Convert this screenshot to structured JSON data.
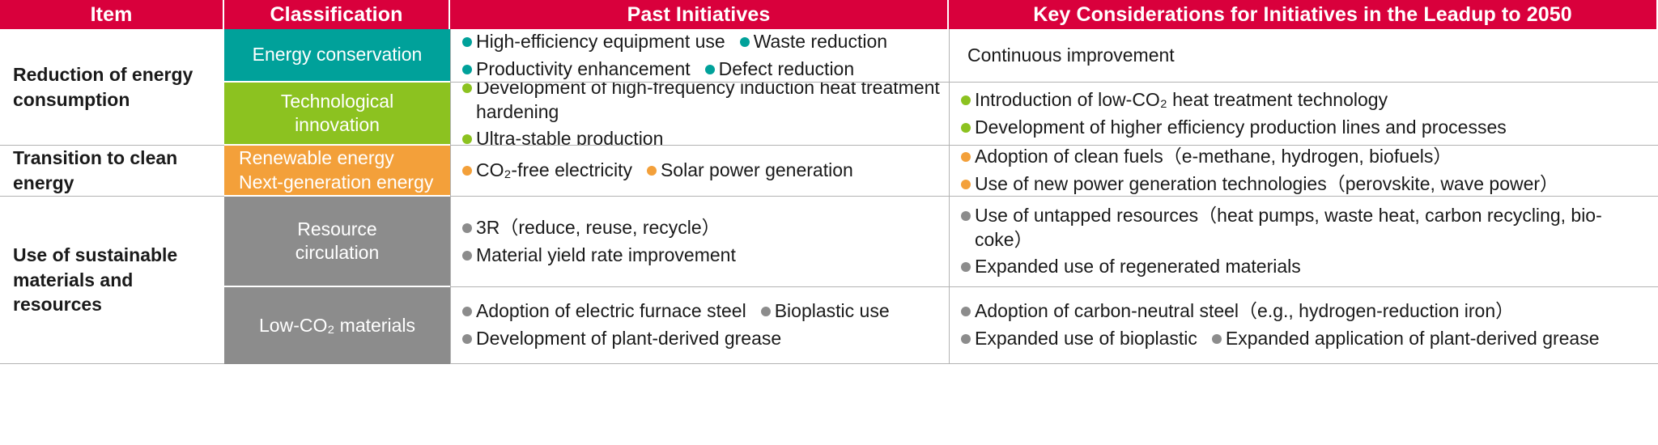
{
  "header": {
    "columns": [
      {
        "label": "Item"
      },
      {
        "label": "Classification"
      },
      {
        "label": "Past Initiatives"
      },
      {
        "label": "Key Considerations for Initiatives in the Leadup to 2050"
      }
    ],
    "arrow": "right-arrow-gradient",
    "background_color": "#d9003c",
    "text_color": "#ffffff"
  },
  "colors": {
    "header_red": "#d9003c",
    "teal": "#00a19a",
    "green": "#8cc220",
    "orange": "#f3a03a",
    "gray": "#8c8c8c",
    "body_text": "#1a1a1a",
    "rule": "#b3b3b3"
  },
  "rows": [
    {
      "item": "Reduction of energy consumption",
      "classification": "Energy conservation",
      "classification_color": "#00a19a",
      "classification_align": "center",
      "past": [
        [
          "High-efficiency equipment use",
          "Waste reduction"
        ],
        [
          "Productivity enhancement",
          "Defect reduction"
        ]
      ],
      "future_plain": "Continuous improvement",
      "future": []
    },
    {
      "item": "",
      "classification": "Technological innovation",
      "classification_color": "#8cc220",
      "classification_align": "center",
      "past": [
        [
          "Development of high-frequency induction heat treatment hardening"
        ],
        [
          "Ultra-stable production"
        ]
      ],
      "future": [
        "Introduction of low-CO₂ heat treatment technology",
        "Development of higher efficiency production lines and processes"
      ]
    },
    {
      "item": "Transition to clean energy",
      "classification": "Renewable energy\nNext-generation energy",
      "classification_color": "#f3a03a",
      "classification_align": "left",
      "past": [
        [
          "CO₂-free electricity",
          "Solar power generation"
        ]
      ],
      "future": [
        "Adoption of clean fuels（e-methane, hydrogen, biofuels）",
        "Use of new power generation technologies（perovskite, wave power）"
      ]
    },
    {
      "item": "Use of sustainable materials and resources",
      "classification": "Resource circulation",
      "classification_color": "#8c8c8c",
      "classification_align": "center",
      "past": [
        [
          "3R（reduce, reuse, recycle）"
        ],
        [
          "Material yield rate improvement"
        ]
      ],
      "future": [
        "Use of untapped resources（heat pumps, waste heat, carbon recycling, bio-coke）",
        "Expanded use of regenerated materials"
      ]
    },
    {
      "item": "",
      "classification": "Low-CO₂ materials",
      "classification_color": "#8c8c8c",
      "classification_align": "center",
      "past": [
        [
          "Adoption of electric furnace steel",
          "Bioplastic use"
        ],
        [
          "Development of plant-derived grease"
        ]
      ],
      "future": [
        "Adoption of carbon-neutral steel（e.g., hydrogen-reduction iron）",
        [
          "Expanded use of bioplastic",
          "Expanded application of plant-derived grease"
        ]
      ]
    }
  ],
  "cells": {
    "r1_past_l1_a": "High-efficiency equipment use",
    "r1_past_l1_b": "Waste reduction",
    "r1_past_l2_a": "Productivity enhancement",
    "r1_past_l2_b": "Defect reduction",
    "r1_future_plain": "Continuous improvement",
    "r2_past_l1": "Development of high-frequency induction heat treatment hardening",
    "r2_past_l2": "Ultra-stable production",
    "r2_future_l1": "Introduction of low-CO₂ heat treatment technology",
    "r2_future_l2": "Development of higher efficiency production lines and processes",
    "r3_past_l1_a": "CO₂-free electricity",
    "r3_past_l1_b": "Solar power generation",
    "r3_future_l1": "Adoption of clean fuels（e-methane, hydrogen, biofuels）",
    "r3_future_l2": "Use of new power generation technologies（perovskite, wave power）",
    "r4_past_l1": "3R（reduce, reuse, recycle）",
    "r4_past_l2": "Material yield rate improvement",
    "r4_future_l1": "Use of untapped resources（heat pumps, waste heat, carbon recycling, bio-coke）",
    "r4_future_l2": "Expanded use of regenerated materials",
    "r5_past_l1_a": "Adoption of electric furnace steel",
    "r5_past_l1_b": "Bioplastic use",
    "r5_past_l2": "Development of plant-derived grease",
    "r5_future_l1": "Adoption of carbon-neutral steel（e.g., hydrogen-reduction iron）",
    "r5_future_l2_a": "Expanded use of bioplastic",
    "r5_future_l2_b": "Expanded application of plant-derived grease"
  },
  "items": {
    "row1": "Reduction of energy consumption",
    "row3": "Transition to clean energy",
    "row4": "Use of sustainable materials and resources"
  },
  "classifications": {
    "energy_conservation": "Energy conservation",
    "technological_innovation_l1": "Technological",
    "technological_innovation_l2": "innovation",
    "renewable_energy_l1": "Renewable energy",
    "renewable_energy_l2": "Next-generation energy",
    "resource_circulation_l1": "Resource",
    "resource_circulation_l2": "circulation",
    "low_co2_materials": "Low-CO₂ materials"
  }
}
